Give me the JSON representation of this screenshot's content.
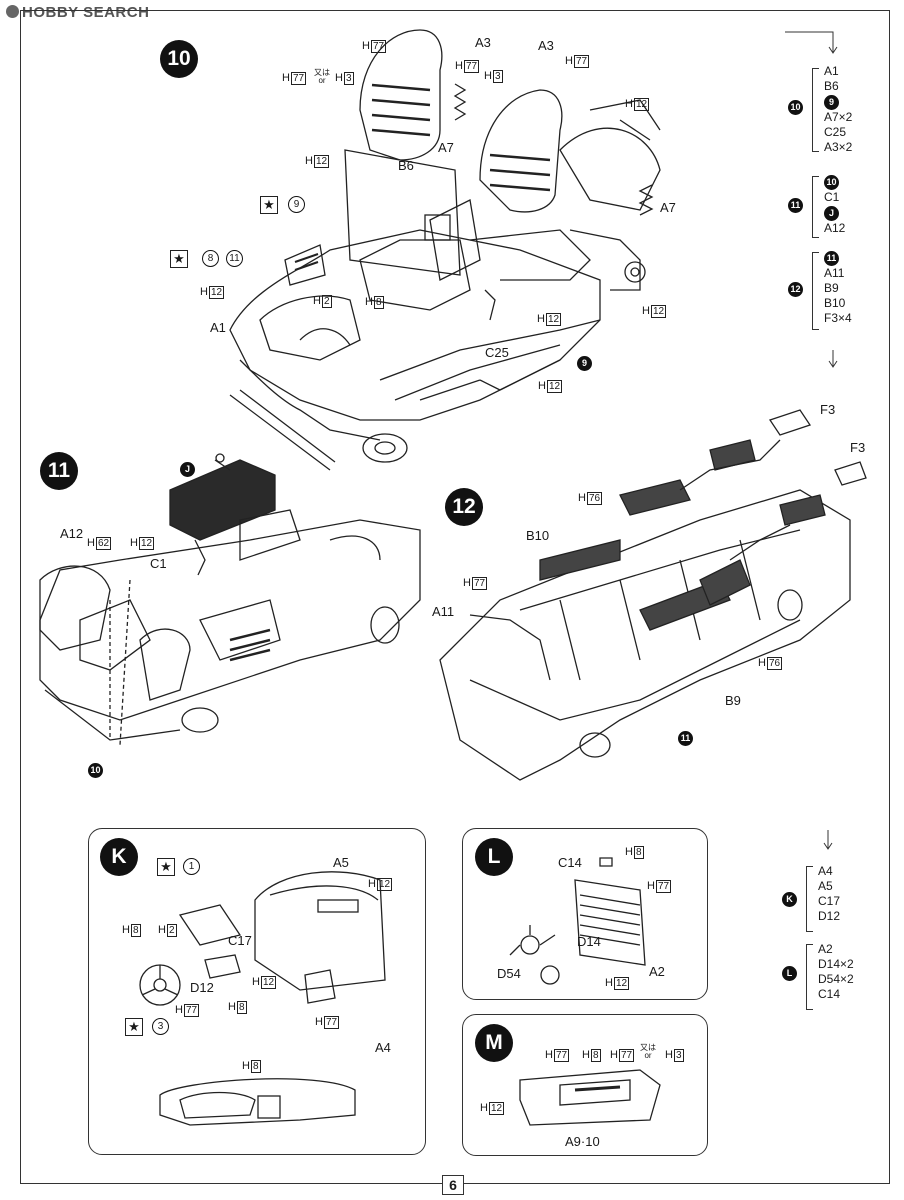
{
  "watermark": "HOBBY SEARCH",
  "page_number": "6",
  "steps": {
    "s10": "10",
    "s11": "11",
    "s12": "12",
    "K": "K",
    "L": "L",
    "M": "M"
  },
  "step10": {
    "labels": {
      "a3_left": "A3",
      "a3_right": "A3",
      "a7_left": "A7",
      "a7_right": "A7",
      "b6": "B6",
      "a1": "A1",
      "c25": "C25",
      "ref9": "9",
      "ref8": "8",
      "ref11": "11"
    },
    "h": {
      "h77_top": "77",
      "h77_or": "77",
      "h3_or": "3",
      "h77_spring": "77",
      "h3_spring": "3",
      "h77_right": "77",
      "h12_right_top": "12",
      "h12_b6": "12",
      "h12_left": "12",
      "h2": "2",
      "h8": "8",
      "h12_c25": "12",
      "h12_bottom": "12",
      "h12_wheel": "12"
    },
    "or_text": "又は",
    "or_en": "or",
    "h_prefix": "H"
  },
  "step11": {
    "labels": {
      "j": "J",
      "a12": "A12",
      "c1": "C1",
      "ref10": "10"
    },
    "h": {
      "h62": "62",
      "h12": "12"
    }
  },
  "step12": {
    "labels": {
      "f3_a": "F3",
      "f3_b": "F3",
      "b10": "B10",
      "a11": "A11",
      "b9": "B9",
      "ref11": "11"
    },
    "h": {
      "h76_top": "76",
      "h77": "77",
      "h76_right": "76"
    }
  },
  "stepK": {
    "labels": {
      "a5": "A5",
      "c17": "C17",
      "d12": "D12",
      "a4": "A4",
      "ref1": "1",
      "ref3": "3"
    },
    "h": {
      "h12_a5": "12",
      "h8_left": "8",
      "h2": "2",
      "h12_c17": "12",
      "h77_left": "77",
      "h8_d12": "8",
      "h77_a4": "77",
      "h8_dash": "8"
    }
  },
  "stepL": {
    "labels": {
      "c14": "C14",
      "d14": "D14",
      "d54": "D54",
      "a2": "A2"
    },
    "h": {
      "h8": "8",
      "h77": "77",
      "h12": "12"
    }
  },
  "stepM": {
    "labels": {
      "a9_10": "A9·10"
    },
    "h": {
      "h77_a": "77",
      "h8": "8",
      "h77_b": "77",
      "h3": "3",
      "h12": "12"
    }
  },
  "parts_lists": {
    "p10": {
      "step": "10",
      "items": [
        "A1",
        "B6",
        "9",
        "A7×2",
        "C25",
        "A3×2"
      ]
    },
    "p11": {
      "step": "11",
      "items": [
        "10",
        "C1",
        "J",
        "A12"
      ]
    },
    "p12": {
      "step": "12",
      "items": [
        "11",
        "A11",
        "B9",
        "B10",
        "F3×4"
      ]
    },
    "pK": {
      "step": "K",
      "items": [
        "A4",
        "A5",
        "C17",
        "D12"
      ]
    },
    "pL": {
      "step": "L",
      "items": [
        "A2",
        "D14×2",
        "D54×2",
        "C14"
      ]
    }
  }
}
